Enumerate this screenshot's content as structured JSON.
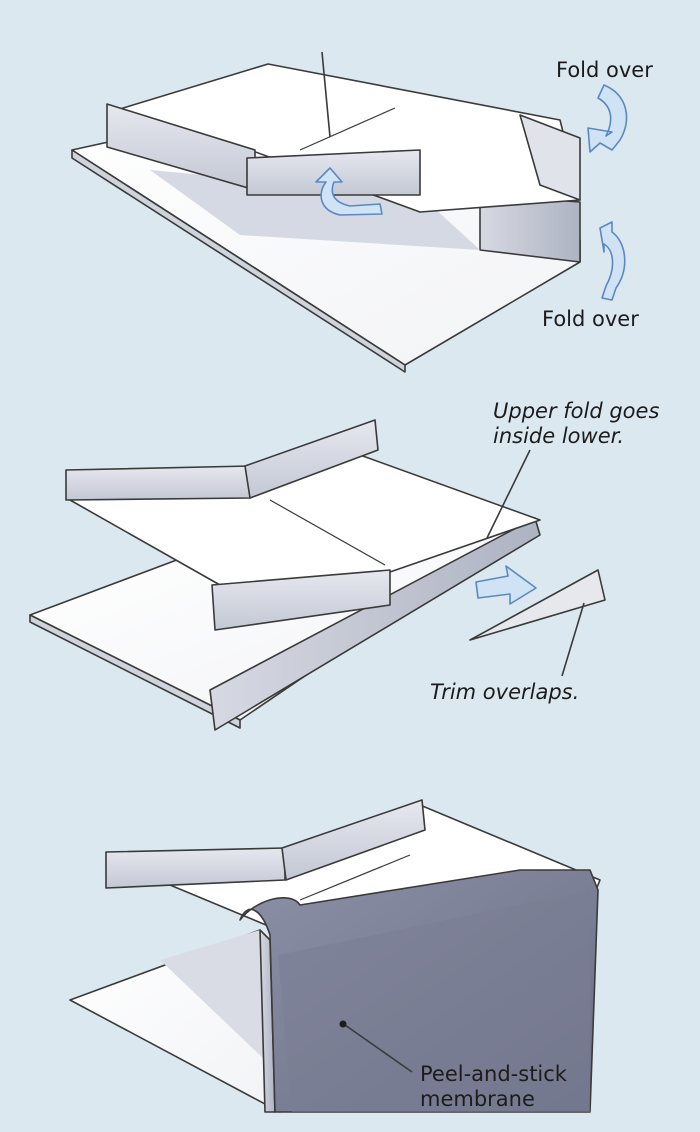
{
  "labels": {
    "fold_over_top": "Fold over",
    "fold_over_bottom": "Fold over",
    "upper_fold_line1": "Upper fold goes",
    "upper_fold_line2": "inside lower.",
    "trim_overlaps": "Trim overlaps.",
    "peel_line1": "Peel-and-stick",
    "peel_line2": "membrane"
  },
  "colors": {
    "background": "#dce8f0",
    "paper": "#ffffff",
    "paper_shade": "#cdd2dc",
    "outline": "#3a3a3a",
    "arrow_fill": "#cfe3f5",
    "arrow_stroke": "#5b88c2",
    "membrane": "#7f8399",
    "membrane_dark": "#5f6378"
  },
  "icons": {
    "fold_arrow": "curved-arrow-icon",
    "move_arrow": "arrow-right-icon"
  }
}
